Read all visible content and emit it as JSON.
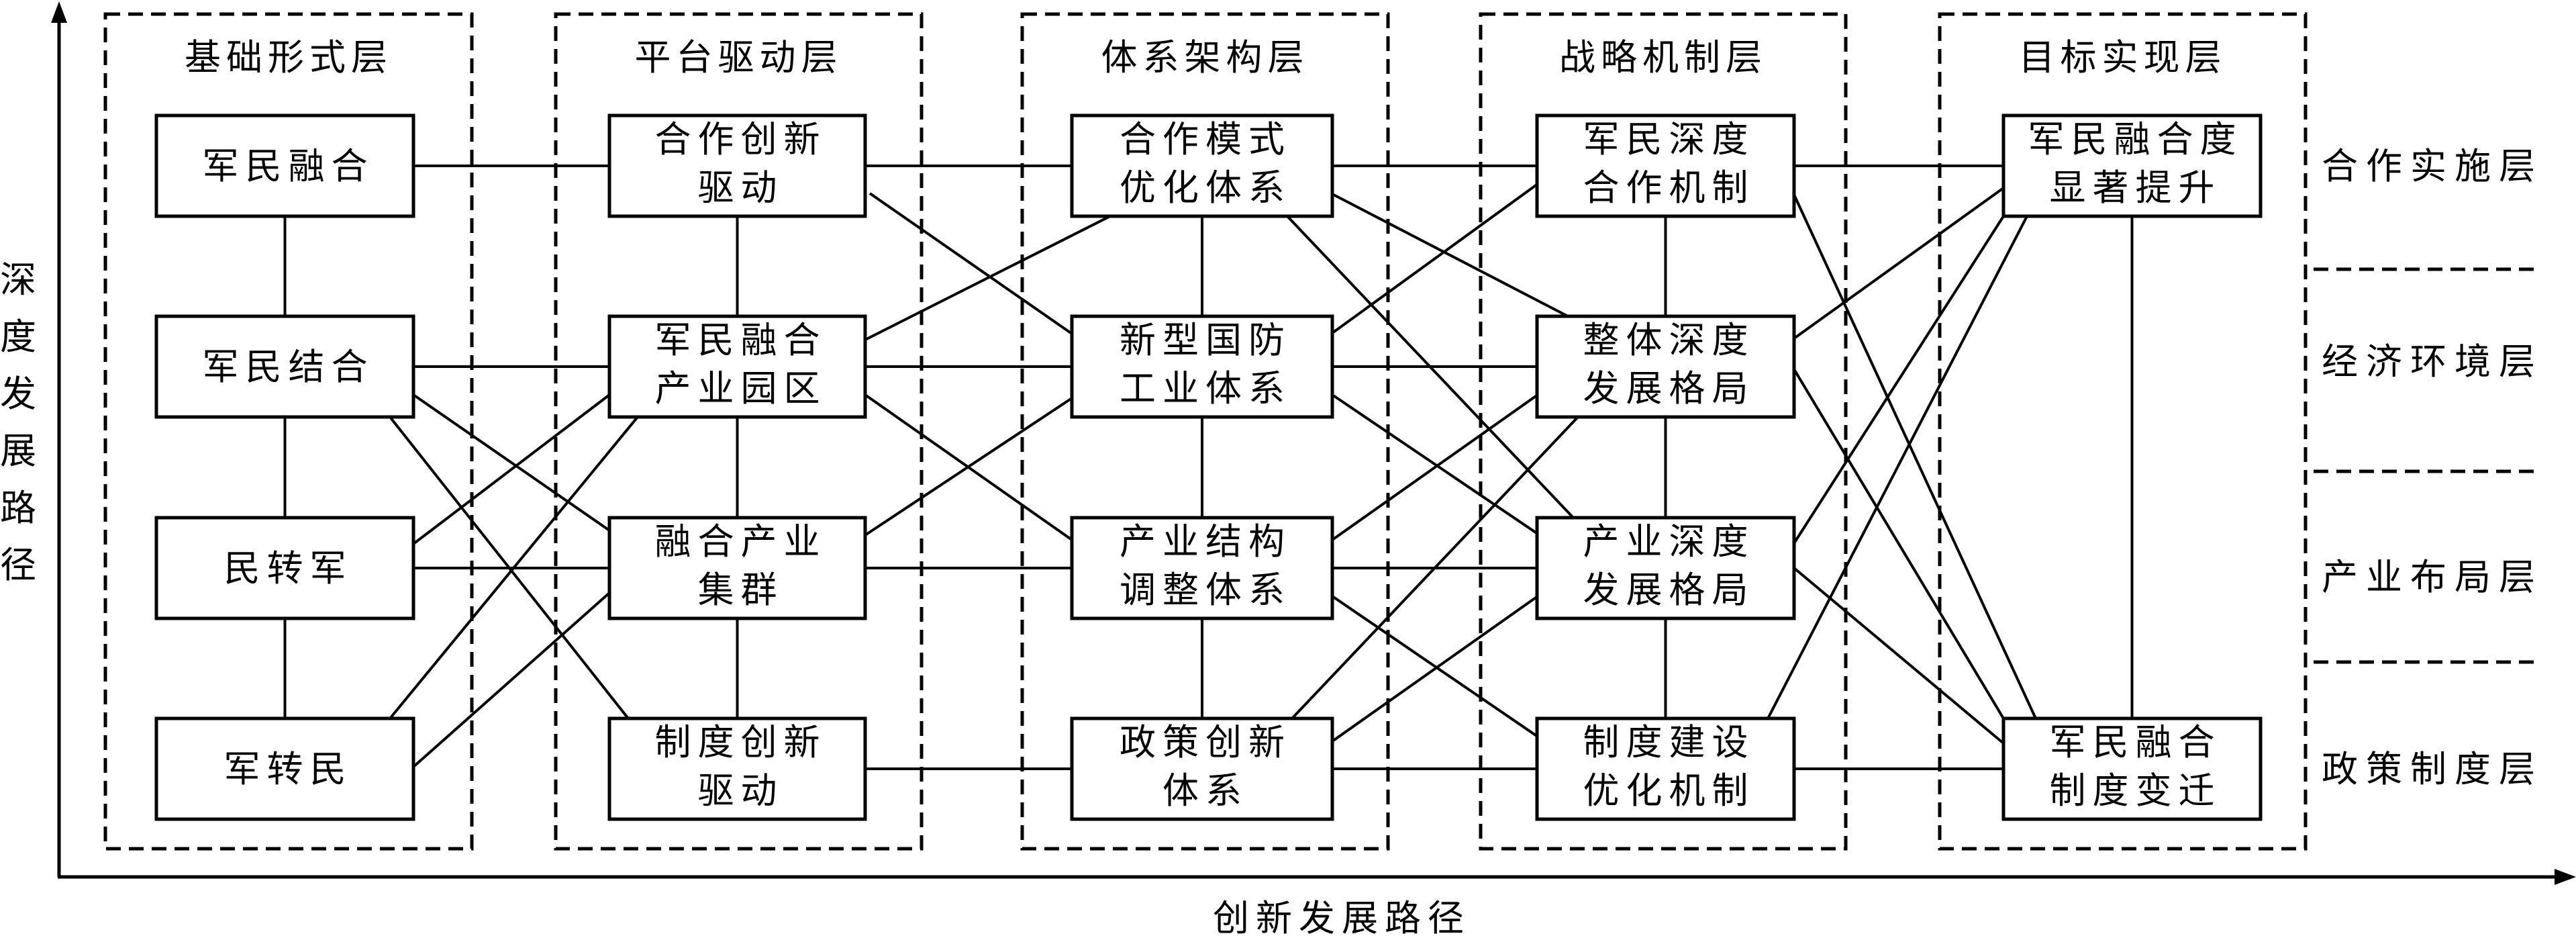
{
  "axes": {
    "y_label": "深度发展路径",
    "x_label": "创新发展路径"
  },
  "columns": [
    {
      "id": "c1",
      "title": "基础形式层",
      "nodes": [
        {
          "id": "n11",
          "lines": [
            "军民融合"
          ]
        },
        {
          "id": "n12",
          "lines": [
            "军民结合"
          ]
        },
        {
          "id": "n13",
          "lines": [
            "民转军"
          ]
        },
        {
          "id": "n14",
          "lines": [
            "军转民"
          ]
        }
      ]
    },
    {
      "id": "c2",
      "title": "平台驱动层",
      "nodes": [
        {
          "id": "n21",
          "lines": [
            "合作创新",
            "驱动"
          ]
        },
        {
          "id": "n22",
          "lines": [
            "军民融合",
            "产业园区"
          ]
        },
        {
          "id": "n23",
          "lines": [
            "融合产业",
            "集群"
          ]
        },
        {
          "id": "n24",
          "lines": [
            "制度创新",
            "驱动"
          ]
        }
      ]
    },
    {
      "id": "c3",
      "title": "体系架构层",
      "nodes": [
        {
          "id": "n31",
          "lines": [
            "合作模式",
            "优化体系"
          ]
        },
        {
          "id": "n32",
          "lines": [
            "新型国防",
            "工业体系"
          ]
        },
        {
          "id": "n33",
          "lines": [
            "产业结构",
            "调整体系"
          ]
        },
        {
          "id": "n34",
          "lines": [
            "政策创新",
            "体系"
          ]
        }
      ]
    },
    {
      "id": "c4",
      "title": "战略机制层",
      "nodes": [
        {
          "id": "n41",
          "lines": [
            "军民深度",
            "合作机制"
          ]
        },
        {
          "id": "n42",
          "lines": [
            "整体深度",
            "发展格局"
          ]
        },
        {
          "id": "n43",
          "lines": [
            "产业深度",
            "发展格局"
          ]
        },
        {
          "id": "n44",
          "lines": [
            "制度建设",
            "优化机制"
          ]
        }
      ]
    },
    {
      "id": "c5",
      "title": "目标实现层",
      "nodes": [
        {
          "id": "n51",
          "lines": [
            "军民融合度",
            "显著提升"
          ]
        },
        {
          "id": "n54",
          "lines": [
            "军民融合",
            "制度变迁"
          ]
        }
      ]
    }
  ],
  "row_labels": [
    "合作实施层",
    "经济环境层",
    "产业布局层",
    "政策制度层"
  ],
  "edges": [
    [
      "n11",
      "n12"
    ],
    [
      "n12",
      "n13"
    ],
    [
      "n13",
      "n14"
    ],
    [
      "n21",
      "n22"
    ],
    [
      "n22",
      "n23"
    ],
    [
      "n23",
      "n24"
    ],
    [
      "n31",
      "n32"
    ],
    [
      "n32",
      "n33"
    ],
    [
      "n33",
      "n34"
    ],
    [
      "n41",
      "n42"
    ],
    [
      "n42",
      "n43"
    ],
    [
      "n43",
      "n44"
    ],
    [
      "n51",
      "n54"
    ],
    [
      "n11",
      "n21"
    ],
    [
      "n12",
      "n22"
    ],
    [
      "n12",
      "n23"
    ],
    [
      "n12",
      "n24"
    ],
    [
      "n13",
      "n22"
    ],
    [
      "n13",
      "n23"
    ],
    [
      "n14",
      "n22"
    ],
    [
      "n14",
      "n23"
    ],
    [
      "n21",
      "n31"
    ],
    [
      "n21",
      "n32"
    ],
    [
      "n22",
      "n31"
    ],
    [
      "n22",
      "n32"
    ],
    [
      "n22",
      "n33"
    ],
    [
      "n23",
      "n32"
    ],
    [
      "n23",
      "n33"
    ],
    [
      "n24",
      "n34"
    ],
    [
      "n31",
      "n41"
    ],
    [
      "n31",
      "n42"
    ],
    [
      "n31",
      "n43"
    ],
    [
      "n32",
      "n41"
    ],
    [
      "n32",
      "n42"
    ],
    [
      "n32",
      "n43"
    ],
    [
      "n33",
      "n42"
    ],
    [
      "n33",
      "n43"
    ],
    [
      "n33",
      "n44"
    ],
    [
      "n34",
      "n42"
    ],
    [
      "n34",
      "n43"
    ],
    [
      "n34",
      "n44"
    ],
    [
      "n41",
      "n51"
    ],
    [
      "n41",
      "n54"
    ],
    [
      "n42",
      "n51"
    ],
    [
      "n42",
      "n54"
    ],
    [
      "n43",
      "n51"
    ],
    [
      "n43",
      "n54"
    ],
    [
      "n44",
      "n51"
    ],
    [
      "n44",
      "n54"
    ]
  ]
}
